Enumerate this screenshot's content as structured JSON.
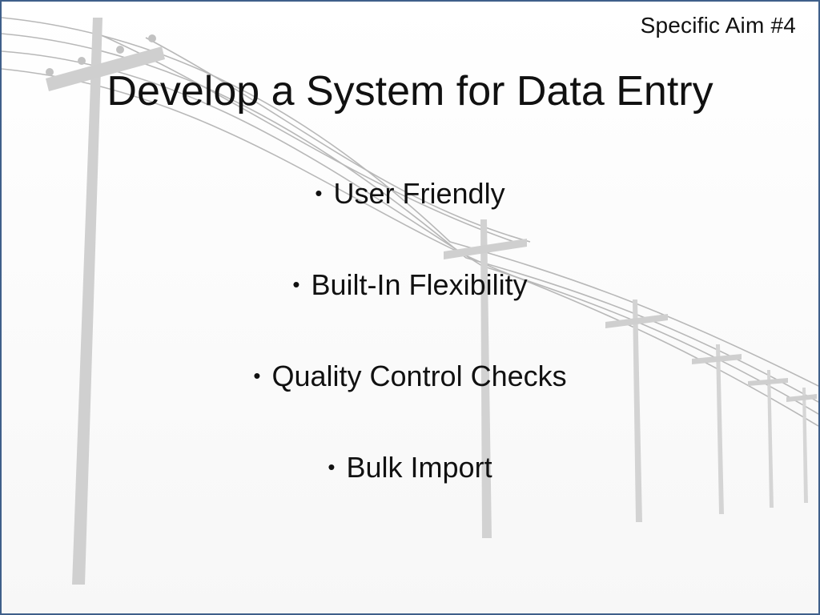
{
  "slide": {
    "aim_label": "Specific Aim #4",
    "title": "Develop a System for Data Entry",
    "bullets": [
      "User Friendly",
      "Built-In Flexibility",
      "Quality Control Checks",
      "Bulk Import"
    ],
    "bullet_glyph": "•",
    "background": "utility-poles-illustration",
    "colors": {
      "border": "#3f5f8a",
      "text": "#111111",
      "poles": "#c8c8c8",
      "wires": "#b5b5b5"
    }
  }
}
